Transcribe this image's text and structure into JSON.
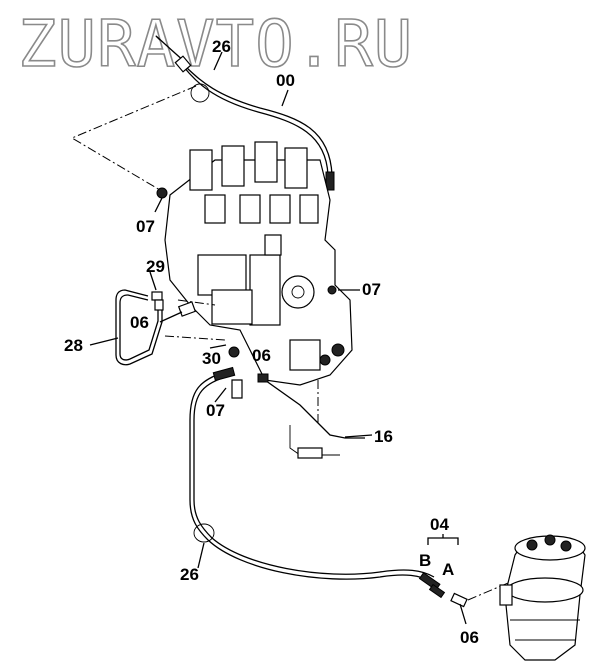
{
  "watermark": "ZURAVTO.RU",
  "callouts": {
    "c26_top": "26",
    "c00": "00",
    "c07_left": "07",
    "c29": "29",
    "c07_right": "07",
    "c06_left": "06",
    "c28": "28",
    "c30": "30",
    "c06_mid": "06",
    "c07_bottom": "07",
    "c16": "16",
    "c04": "04",
    "cB": "B",
    "cA": "A",
    "c26_bottom": "26",
    "c06_bottom": "06"
  }
}
